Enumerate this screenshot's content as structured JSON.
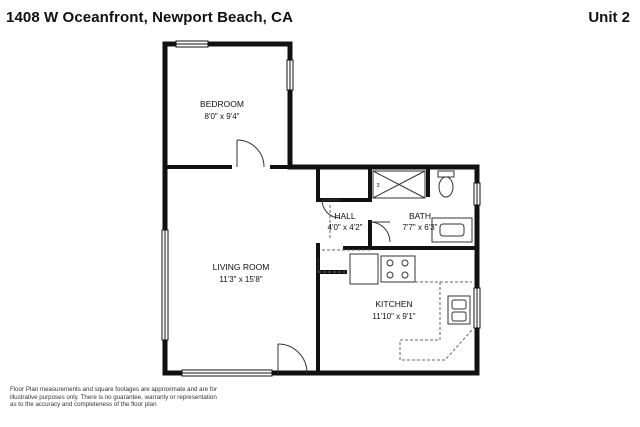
{
  "header": {
    "address": "1408 W Oceanfront, Newport Beach, CA",
    "unit": "Unit 2"
  },
  "rooms": {
    "bedroom": {
      "name": "BEDROOM",
      "dims": "8'0\" x 9'4\""
    },
    "living_room": {
      "name": "LIVING ROOM",
      "dims": "11'3\" x 15'8\""
    },
    "hall": {
      "name": "HALL",
      "dims": "4'0\" x 4'2\""
    },
    "bath": {
      "name": "BATH",
      "dims": "7'7\" x 6'3\""
    },
    "kitchen": {
      "name": "KITCHEN",
      "dims": "11'10\" x 9'1\""
    }
  },
  "closet_marks": {
    "bath_closet": "3"
  },
  "disclaimer": {
    "line1": "Floor Plan measurements and square footages are approximate and are for",
    "line2": "illustrative purposes only. There is no guarantee, warranty or representation",
    "line3": "as to the accuracy and completeness of the floor plan"
  }
}
